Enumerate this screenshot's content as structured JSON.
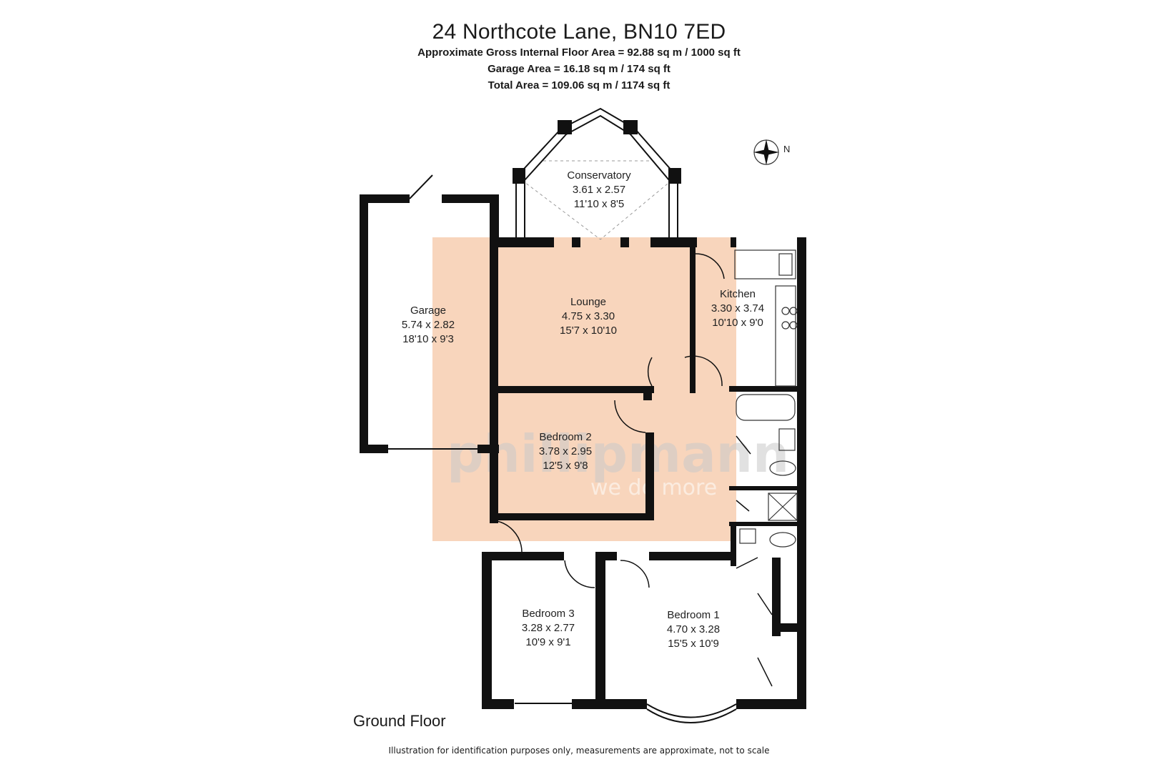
{
  "header": {
    "title": "24 Northcote Lane, BN10 7ED",
    "gross_area": "Approximate Gross Internal Floor Area = 92.88 sq m / 1000 sq ft",
    "garage_area": "Garage  Area = 16.18 sq m / 174 sq ft",
    "total_area": "Total Area = 109.06 sq m / 1174 sq ft"
  },
  "compass": {
    "label": "N"
  },
  "rooms": {
    "conservatory": {
      "name": "Conservatory",
      "metric": "3.61 x 2.57",
      "imperial": "11'10 x 8'5"
    },
    "garage": {
      "name": "Garage",
      "metric": "5.74 x 2.82",
      "imperial": "18'10 x 9'3"
    },
    "lounge": {
      "name": "Lounge",
      "metric": "4.75 x 3.30",
      "imperial": "15'7 x 10'10"
    },
    "kitchen": {
      "name": "Kitchen",
      "metric": "3.30 x 3.74",
      "imperial": "10'10 x 9'0"
    },
    "bedroom2": {
      "name": "Bedroom 2",
      "metric": "3.78 x 2.95",
      "imperial": "12'5 x 9'8"
    },
    "bedroom3": {
      "name": "Bedroom 3",
      "metric": "3.28 x 2.77",
      "imperial": "10'9 x 9'1"
    },
    "bedroom1": {
      "name": "Bedroom 1",
      "metric": "4.70 x 3.28",
      "imperial": "15'5 x 10'9"
    }
  },
  "watermark": {
    "brand": "phillipmann",
    "tagline": "we do more",
    "color": "#f4b48c"
  },
  "floor_label": "Ground Floor",
  "disclaimer": "Illustration for identification purposes only, measurements are approximate, not to scale",
  "colors": {
    "wall": "#111111",
    "highlight": "#f6c7a6"
  }
}
